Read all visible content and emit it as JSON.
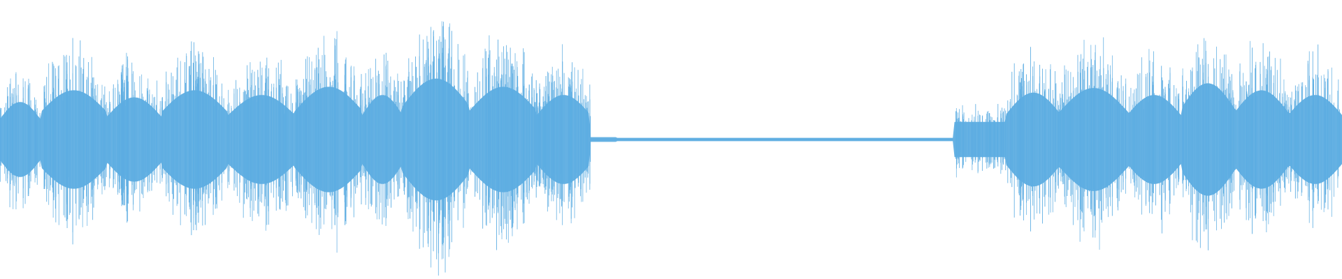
{
  "waveform": {
    "color": "#5DADE2",
    "segments": [
      {
        "start_s": 0.0,
        "end_s": 0.44,
        "kind": "audio"
      },
      {
        "start_s": 0.44,
        "end_s": 0.71,
        "kind": "silence"
      },
      {
        "start_s": 0.71,
        "end_s": 1.0,
        "kind": "audio"
      }
    ]
  }
}
